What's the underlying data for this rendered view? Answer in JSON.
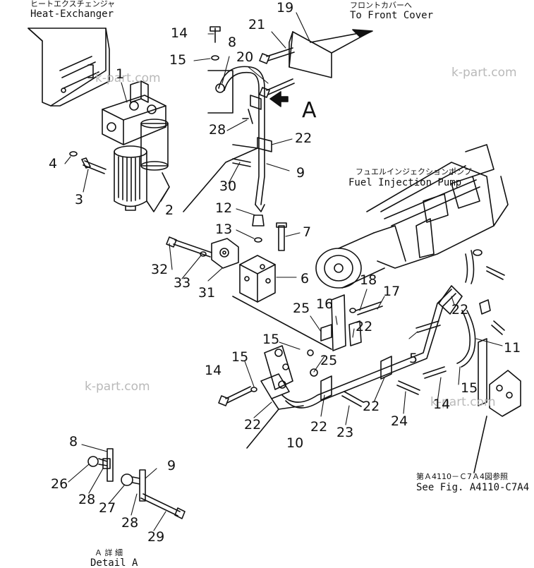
{
  "captions": {
    "heat_exchanger_jp": "ヒートエクスチェンジャ",
    "heat_exchanger_en": "Heat-Exchanger",
    "front_cover_jp": "フロントカバーへ",
    "front_cover_en": "To Front Cover",
    "fuel_pump_jp": "フュエルインジェクションポンプ",
    "fuel_pump_en": "Fuel Injection Pump",
    "see_fig_jp": "第Ａ4110－Ｃ7Ａ4図参照",
    "see_fig_en": "See Fig. A4110-C7A4",
    "detail_jp": "Ａ 詳 細",
    "detail_en": "Detail A",
    "view_marker": "A"
  },
  "watermarks": [
    "k-part.com",
    "k-part.com",
    "k-part.com",
    "k-part.com"
  ],
  "callouts": {
    "n1": "1",
    "n2": "2",
    "n3": "3",
    "n4": "4",
    "n5": "5",
    "n6": "6",
    "n7": "7",
    "n8": "8",
    "n9": "9",
    "n10": "10",
    "n11": "11",
    "n12": "12",
    "n13": "13",
    "n14a": "14",
    "n14b": "14",
    "n14c": "14",
    "n15a": "15",
    "n15b": "15",
    "n15c": "15",
    "n15d": "15",
    "n16": "16",
    "n17": "17",
    "n18": "18",
    "n19": "19",
    "n20": "20",
    "n21": "21",
    "n22a": "22",
    "n22b": "22",
    "n22c": "22",
    "n22d": "22",
    "n22e": "22",
    "n22f": "22",
    "n23": "23",
    "n24": "24",
    "n25a": "25",
    "n25b": "25",
    "n28": "28",
    "n30": "30",
    "n31": "31",
    "n32": "32",
    "n33": "33",
    "d8": "8",
    "d9": "9",
    "d26": "26",
    "d27": "27",
    "d28a": "28",
    "d28b": "28",
    "d29": "29"
  }
}
